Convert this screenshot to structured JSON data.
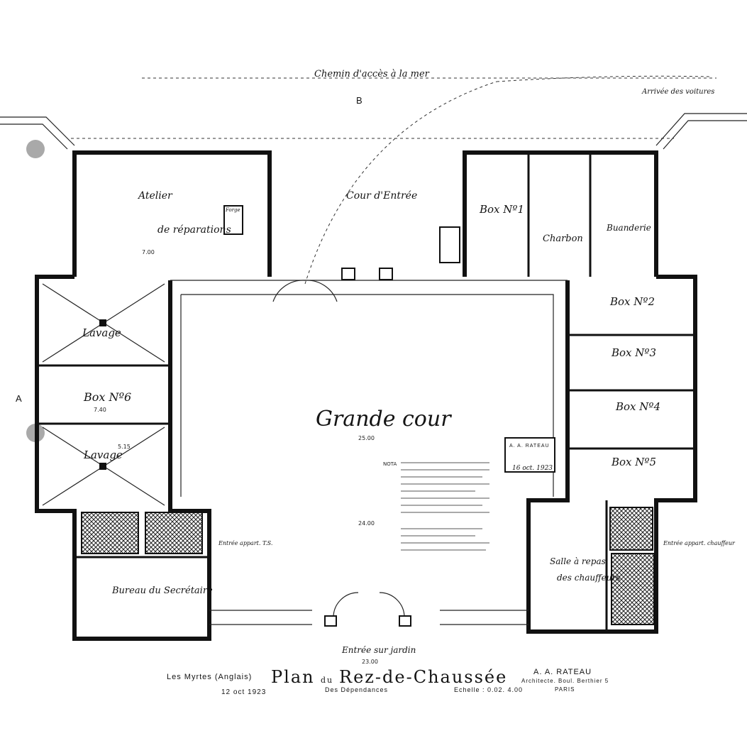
{
  "header": {
    "access_road": "Chemin d'accès à la mer",
    "arrival": "Arrivée des voitures",
    "axis_top": "B",
    "axis_left": "A"
  },
  "rooms": {
    "atelier_line1": "Atelier",
    "atelier_line2": "de réparations",
    "forge": "Forge",
    "cour_entree": "Cour d'Entrée",
    "box1": "Box Nº1",
    "charbon": "Charbon",
    "buanderie": "Buanderie",
    "lavage_top": "Lavage",
    "box6": "Box Nº6",
    "lavage_bottom": "Lavage",
    "grande_cour": "Grande cour",
    "box2": "Box Nº2",
    "box3": "Box Nº3",
    "box4": "Box Nº4",
    "box5": "Box Nº5",
    "bureau": "Bureau du Secrétaire",
    "entree_bureau": "Entrée appart. T.S.",
    "salle_line1": "Salle à repas",
    "salle_line2": "des chauffeurs",
    "entree_appart": "Entrée appart. chauffeur",
    "entree_jardin": "Entrée sur jardin",
    "nota": "NOTA"
  },
  "dimensions": {
    "grande_cour_width": "25.00",
    "bottom_width": "23.00",
    "court_height": "24.00",
    "left_box": "7.40",
    "atelier_width": "7.00",
    "right_box": "5.15"
  },
  "title_block": {
    "project": "Les Myrtes (Anglais)",
    "date": "12 oct 1923",
    "title_part1": "Plan",
    "title_part2": "du",
    "title_part3": "Rez-de-Chaussée",
    "subtitle": "Des Dépendances",
    "scale": "Echelle : 0.02. 4.00",
    "architect": "A. A. RATEAU",
    "architect_address": "Architecte. Boul. Berthier 5",
    "city": "PARIS"
  },
  "stamp": {
    "name": "A. A. RATEAU",
    "date": "16 oct. 1923"
  },
  "colors": {
    "ink": "#141414",
    "paper": "#ffffff",
    "punch_hole": "#a9a9a9"
  }
}
